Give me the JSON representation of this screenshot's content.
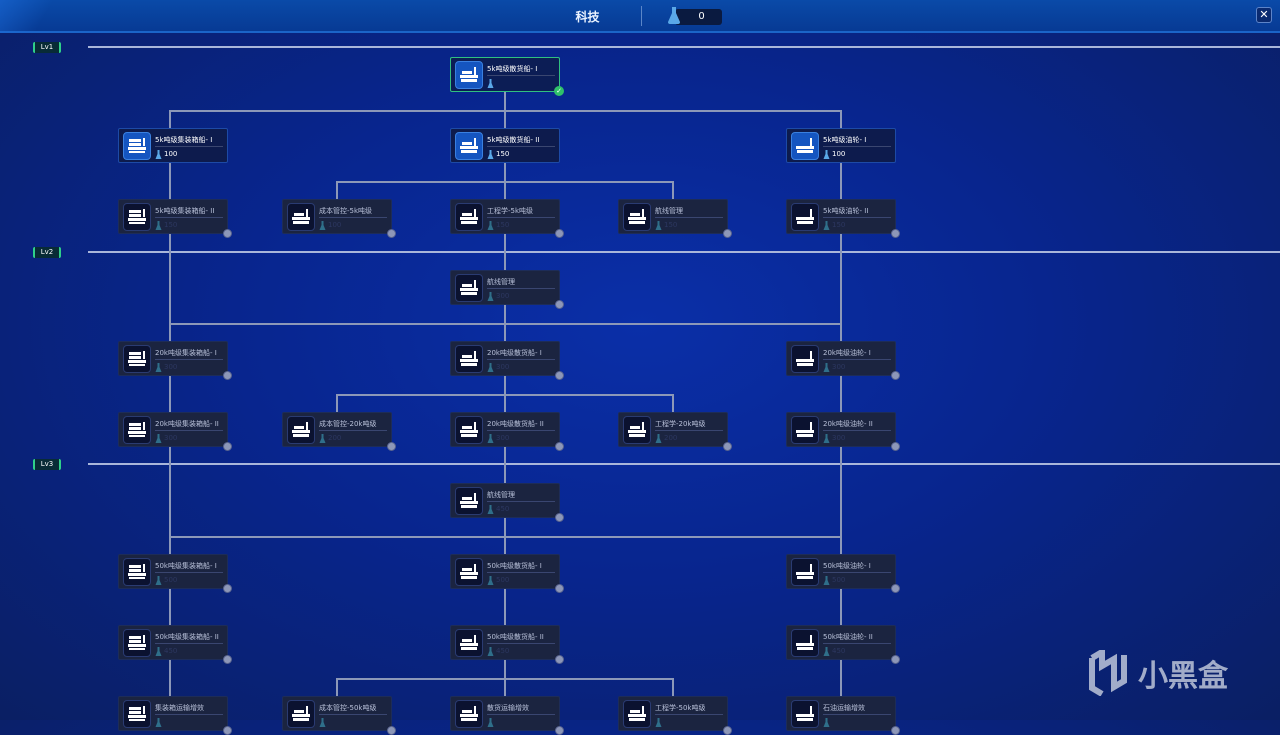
{
  "header": {
    "title": "科技",
    "points": "0",
    "close_label": "✕"
  },
  "levels": [
    "Lv1",
    "Lv2",
    "Lv3"
  ],
  "watermark": "小黑盒",
  "rows": [
    [
      null,
      null,
      {
        "name": "5k吨级散货船- I",
        "cost": "",
        "state": "done",
        "icon": "bulk-ship-icon"
      },
      null,
      null
    ],
    [
      {
        "name": "5k吨级集装箱船- I",
        "cost": "100",
        "state": "avail",
        "icon": "container-ship-icon"
      },
      null,
      {
        "name": "5k吨级散货船- II",
        "cost": "150",
        "state": "avail",
        "icon": "bulk-ship-icon"
      },
      null,
      {
        "name": "5k吨级油轮- I",
        "cost": "100",
        "state": "avail",
        "icon": "tanker-icon"
      }
    ],
    [
      {
        "name": "5k吨级集装箱船- II",
        "cost": "150",
        "state": "locked",
        "icon": "container-ship-icon"
      },
      {
        "name": "成本管控-5k吨级",
        "cost": "100",
        "state": "locked",
        "icon": "bulk-ship-icon"
      },
      {
        "name": "工程学-5k吨级",
        "cost": "150",
        "state": "locked",
        "icon": "bulk-ship-icon"
      },
      {
        "name": "航线管理",
        "cost": "150",
        "state": "locked",
        "icon": "bulk-ship-icon"
      },
      {
        "name": "5k吨级油轮- II",
        "cost": "150",
        "state": "locked",
        "icon": "tanker-icon"
      }
    ],
    [
      null,
      null,
      {
        "name": "航线管理",
        "cost": "300",
        "state": "locked",
        "icon": "bulk-ship-icon"
      },
      null,
      null
    ],
    [
      {
        "name": "20k吨级集装箱船- I",
        "cost": "300",
        "state": "locked",
        "icon": "container-ship-icon"
      },
      null,
      {
        "name": "20k吨级散货船- I",
        "cost": "300",
        "state": "locked",
        "icon": "bulk-ship-icon"
      },
      null,
      {
        "name": "20k吨级油轮- I",
        "cost": "300",
        "state": "locked",
        "icon": "tanker-icon"
      }
    ],
    [
      {
        "name": "20k吨级集装箱船- II",
        "cost": "300",
        "state": "locked",
        "icon": "container-ship-icon"
      },
      {
        "name": "成本管控-20k吨级",
        "cost": "200",
        "state": "locked",
        "icon": "bulk-ship-icon"
      },
      {
        "name": "20k吨级散货船- II",
        "cost": "300",
        "state": "locked",
        "icon": "bulk-ship-icon"
      },
      {
        "name": "工程学-20k吨级",
        "cost": "200",
        "state": "locked",
        "icon": "bulk-ship-icon"
      },
      {
        "name": "20k吨级油轮- II",
        "cost": "300",
        "state": "locked",
        "icon": "tanker-icon"
      }
    ],
    [
      null,
      null,
      {
        "name": "航线管理",
        "cost": "450",
        "state": "locked",
        "icon": "bulk-ship-icon"
      },
      null,
      null
    ],
    [
      {
        "name": "50k吨级集装箱船- I",
        "cost": "500",
        "state": "locked",
        "icon": "container-ship-icon"
      },
      null,
      {
        "name": "50k吨级散货船- I",
        "cost": "500",
        "state": "locked",
        "icon": "bulk-ship-icon"
      },
      null,
      {
        "name": "50k吨级油轮- I",
        "cost": "500",
        "state": "locked",
        "icon": "tanker-icon"
      }
    ],
    [
      {
        "name": "50k吨级集装箱船- II",
        "cost": "450",
        "state": "locked",
        "icon": "container-ship-icon"
      },
      null,
      {
        "name": "50k吨级散货船- II",
        "cost": "450",
        "state": "locked",
        "icon": "bulk-ship-icon"
      },
      null,
      {
        "name": "50k吨级油轮- II",
        "cost": "450",
        "state": "locked",
        "icon": "tanker-icon"
      }
    ],
    [
      {
        "name": "集装箱运输增效",
        "cost": "",
        "state": "locked",
        "icon": "container-ship-icon"
      },
      {
        "name": "成本管控-50k吨级",
        "cost": "",
        "state": "locked",
        "icon": "bulk-ship-icon"
      },
      {
        "name": "散货运输增效",
        "cost": "",
        "state": "locked",
        "icon": "bulk-ship-icon"
      },
      {
        "name": "工程学-50k吨级",
        "cost": "",
        "state": "locked",
        "icon": "bulk-ship-icon"
      },
      {
        "name": "石油运输增效",
        "cost": "",
        "state": "locked",
        "icon": "tanker-icon"
      }
    ]
  ]
}
